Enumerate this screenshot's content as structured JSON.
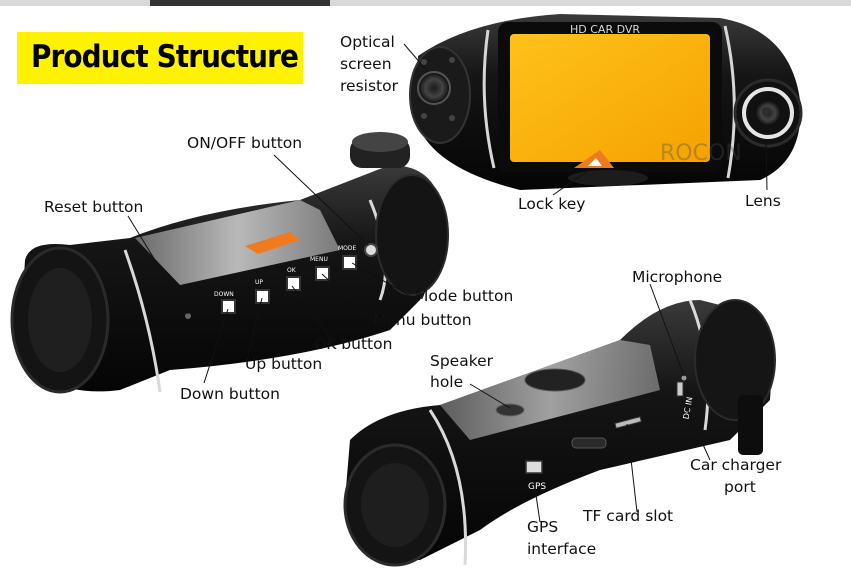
{
  "title": "Product Structure",
  "device_screen_text": "HD CAR DVR",
  "watermark": "ROCON",
  "button_caps": [
    "DOWN",
    "UP",
    "OK",
    "MENU",
    "MODE"
  ],
  "port_texts": {
    "gps": "GPS",
    "dcin": "DC IN"
  },
  "labels": {
    "optical": [
      "Optical",
      "screen",
      "resistor"
    ],
    "lock_key": "Lock key",
    "lens": "Lens",
    "on_off": "ON/OFF button",
    "reset": "Reset button",
    "mode": "Mode button",
    "menu": "Menu button",
    "ok": "OK button",
    "up": "Up button",
    "down": "Down button",
    "microphone": "Microphone",
    "speaker": [
      "Speaker",
      "hole"
    ],
    "charger": [
      "Car charger",
      "port"
    ],
    "tf": "TF card slot",
    "gps": [
      "GPS",
      "interface"
    ]
  },
  "colors": {
    "banner": "#fff200",
    "accent": "#f07a1e",
    "body": "#111111"
  }
}
